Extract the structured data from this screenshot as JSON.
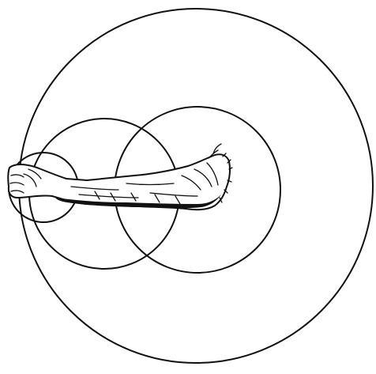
{
  "figure": {
    "circles": [
      {
        "id": "outer",
        "color": "#111111"
      },
      {
        "id": "right",
        "color": "#111111"
      },
      {
        "id": "middle",
        "color": "#111111"
      },
      {
        "id": "hand",
        "color": "#111111"
      }
    ],
    "arm": {
      "ink_color": "#111111",
      "paper_color": "#ffffff"
    }
  }
}
